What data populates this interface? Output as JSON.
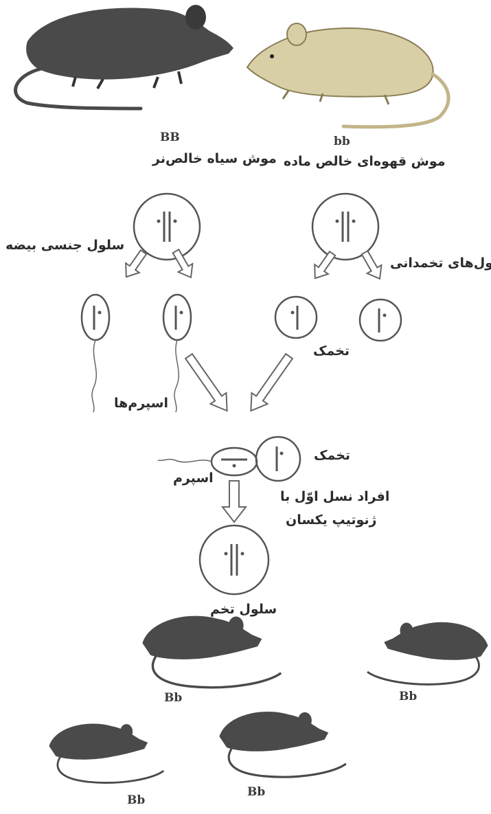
{
  "parents": {
    "male": {
      "genotype": "BB",
      "label": "موش سیاه خالص‌نر"
    },
    "female": {
      "genotype": "bb",
      "label": "موش قهوه‌ای خالص ماده"
    }
  },
  "labels": {
    "male_germ_cell": "سلول جنسی بیضه",
    "ovary_cells": "سلول‌های تخمدانی",
    "sperms": "اسپرم‌ها",
    "egg_top": "تخمک",
    "egg_fert": "تخمک",
    "sperm_fert": "اسپرم",
    "f1_line1": "افراد نسل اوّل با",
    "f1_line2": "ژنوتیپ یکسان",
    "zygote": "سلول تخم"
  },
  "offspring": [
    "Bb",
    "Bb",
    "Bb",
    "Bb"
  ],
  "colors": {
    "black_mouse": "#4a4a4a",
    "brown_mouse": "#d9cfa6",
    "line": "#555555",
    "arrow_fill": "#ffffff"
  }
}
